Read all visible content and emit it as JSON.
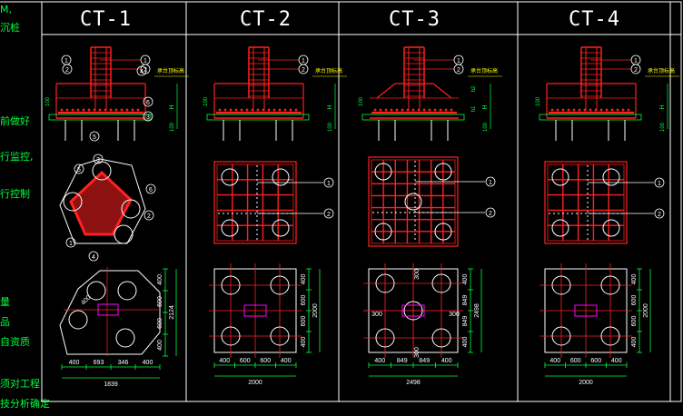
{
  "side_notes": [
    "M,",
    "沉桩",
    "前做好",
    "行监控,",
    "行控制",
    "量",
    "品",
    "自资质",
    "须对工程",
    "技分析确定"
  ],
  "columns": [
    {
      "title": "CT-1"
    },
    {
      "title": "CT-2"
    },
    {
      "title": "CT-3"
    },
    {
      "title": "CT-4"
    }
  ],
  "elevation": {
    "label_top": "承台顶标高",
    "callouts": [
      "1",
      "2",
      "3",
      "4",
      "5",
      "6"
    ],
    "dim_100": "100",
    "dim_H": "H",
    "dim_h1": "h1",
    "dim_h2": "h2"
  },
  "ct1_plan": {
    "dims_bottom": [
      "400",
      "693",
      "346",
      "400"
    ],
    "total_bottom": "1839",
    "dims_side": [
      "400",
      "600",
      "600",
      "400"
    ],
    "total_side": "2124",
    "dims_top": [
      "400"
    ]
  },
  "ct2_plan": {
    "dims_bottom": [
      "400",
      "600",
      "600",
      "400"
    ],
    "total_bottom": "2000",
    "dims_side": [
      "400",
      "600",
      "600",
      "400"
    ],
    "total_side": "2000"
  },
  "ct3_plan": {
    "dims_bottom": [
      "400",
      "849",
      "849",
      "400"
    ],
    "total_bottom": "2498",
    "dims_side": [
      "400",
      "849",
      "849",
      "400"
    ],
    "total_side": "2498",
    "inner": [
      "300",
      "300",
      "300",
      "300"
    ]
  },
  "ct4_plan": {
    "dims_bottom": [
      "400",
      "600",
      "600",
      "400"
    ],
    "total_bottom": "2000",
    "dims_side": [
      "400",
      "600",
      "600",
      "400"
    ],
    "total_side": "2000"
  },
  "colors": {
    "background": "#000000",
    "frame": "#ffffff",
    "rebar": "#ff2020",
    "dimension": "#00ff3c",
    "pile": "#ffffff",
    "label": "#ffff00",
    "column": "#ff00ff"
  }
}
